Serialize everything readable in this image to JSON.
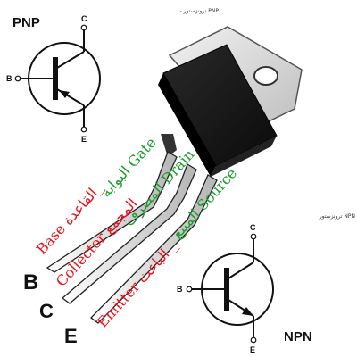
{
  "pnp": {
    "title": "PNP",
    "caption": "- ترونزستور PNP",
    "pins": {
      "c": "C",
      "b": "B",
      "e": "E"
    }
  },
  "npn": {
    "title": "NPN",
    "caption": "ترونزستور NPN",
    "pins": {
      "c": "C",
      "b": "B",
      "e": "E"
    }
  },
  "legs": {
    "b": "B",
    "c": "C",
    "e": "E"
  },
  "red_labels": {
    "base": "Base القاعدة_",
    "collector": "Collector المجمع",
    "emitter": "Emitter الباعث _"
  },
  "green_labels": {
    "gate": "البوابة Gate",
    "drain": "المصرف Drain",
    "source": "المنبع Source"
  },
  "colors": {
    "red": "#e8121b",
    "green": "#1a9d2b"
  }
}
